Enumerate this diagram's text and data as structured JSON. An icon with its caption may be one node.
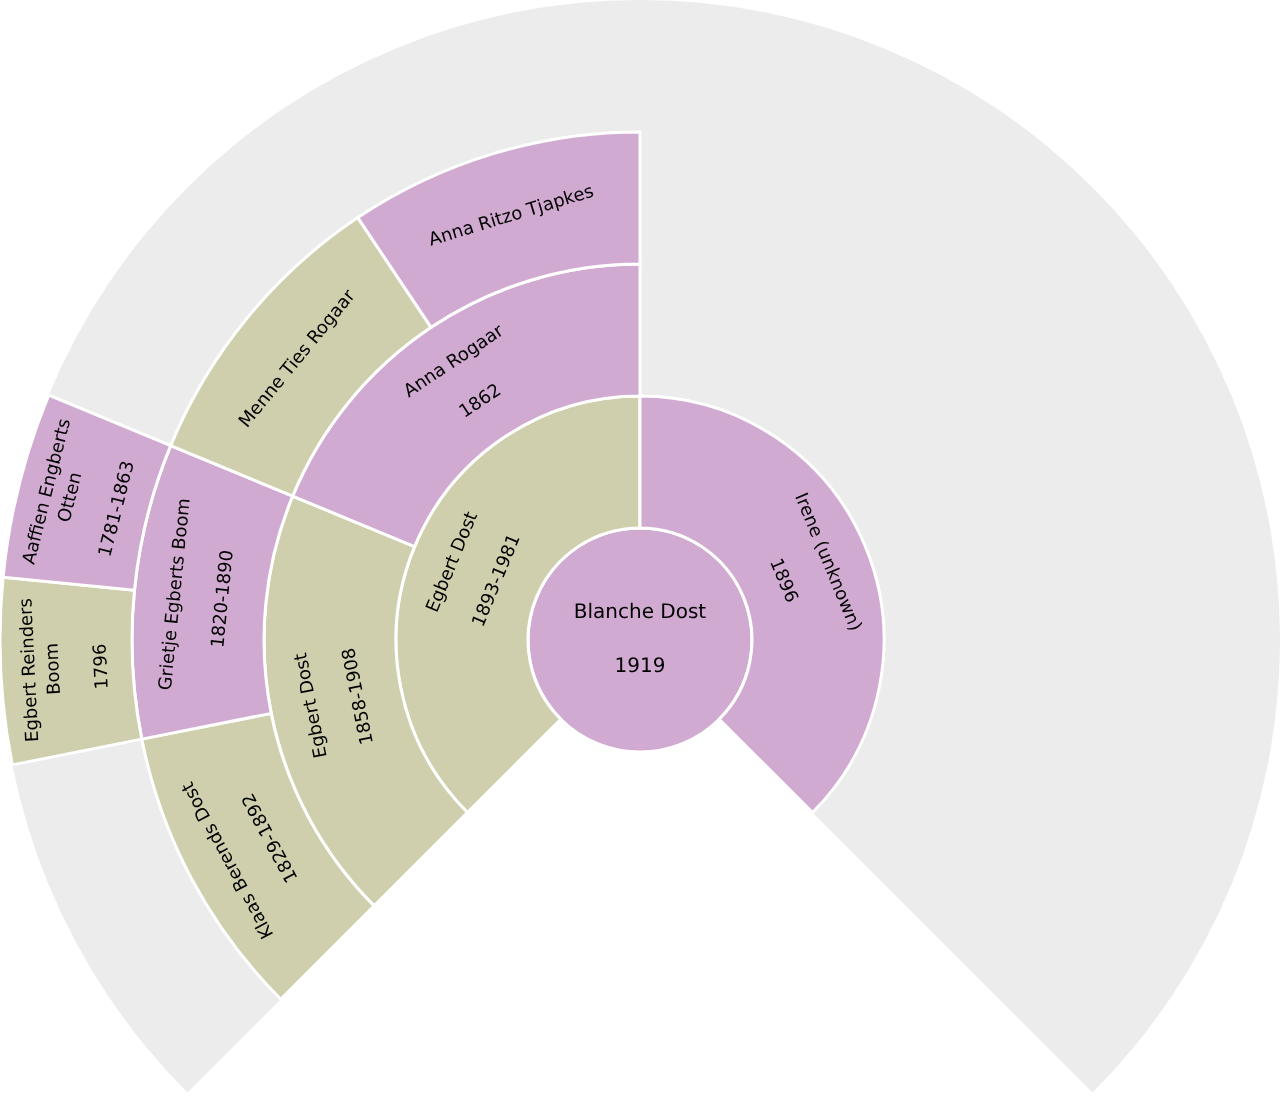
{
  "diagram": {
    "nodes": [
      {
        "text": [
          "Blanche Dost",
          "1919"
        ]
      },
      {
        "text": [
          "Egbert Dost",
          "1893-1981"
        ]
      },
      {
        "text": [
          "Irene (unknown)",
          "1896"
        ]
      },
      {
        "text": [
          "Egbert Dost",
          "1858-1908"
        ]
      },
      {
        "text": [
          "Anna Rogaar",
          "1862"
        ]
      },
      {
        "text": [
          "Klaas Berends Dost",
          "1829-1892"
        ]
      },
      {
        "text": [
          "Grietje Egberts Boom",
          "1820-1890"
        ]
      },
      {
        "text": [
          "Menne Ties Rogaar"
        ]
      },
      {
        "text": [
          "Anna Ritzo Tjapkes"
        ]
      },
      {
        "text": [
          "Egbert Reinders Boom",
          "1796"
        ]
      },
      {
        "text": [
          "Aaffien Engberts Otten",
          "1781-1863"
        ]
      }
    ]
  }
}
